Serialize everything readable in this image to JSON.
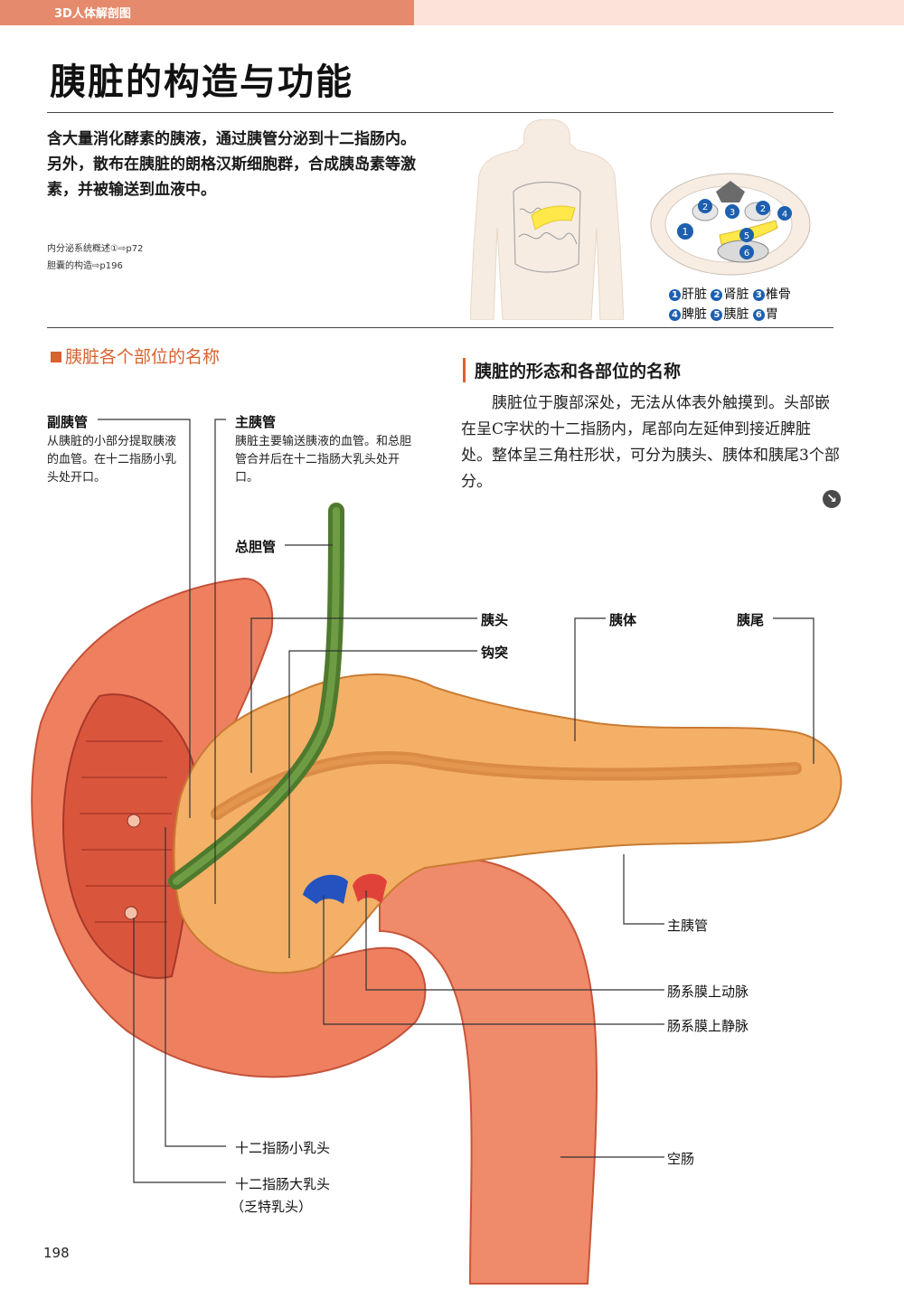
{
  "header": {
    "section_label": "3D人体解剖图",
    "title": "胰脏的构造与功能"
  },
  "intro": {
    "line1": "含大量消化酵素的胰液，通过胰管分泌到十二指肠内。",
    "line2": "另外，散布在胰脏的朗格汉斯细胞群，合成胰岛素等激素，并被输送到血液中。"
  },
  "cross_refs": [
    "内分泌系统概述①⇨p72",
    "胆囊的构造⇨p196"
  ],
  "legend": {
    "row1": [
      {
        "num": "1",
        "text": "肝脏"
      },
      {
        "num": "2",
        "text": "肾脏"
      },
      {
        "num": "3",
        "text": "椎骨"
      }
    ],
    "row2": [
      {
        "num": "4",
        "text": "脾脏"
      },
      {
        "num": "5",
        "text": "胰脏"
      },
      {
        "num": "6",
        "text": "胃"
      }
    ]
  },
  "section_heading": "胰脏各个部位的名称",
  "sub_heading": "胰脏的形态和各部位的名称",
  "paragraph": "胰脏位于腹部深处，无法从体表外触摸到。头部嵌在呈C字状的十二指肠内，尾部向左延伸到接近脾脏处。整体呈三角柱形状，可分为胰头、胰体和胰尾3个部分。",
  "labels": {
    "accessory_duct_title": "副胰管",
    "accessory_duct_desc": "从胰脏的小部分提取胰液的血管。在十二指肠小乳头处开口。",
    "main_duct_title": "主胰管",
    "main_duct_desc": "胰脏主要输送胰液的血管。和总胆管合并后在十二指肠大乳头处开口。",
    "common_bile_duct": "总胆管",
    "head": "胰头",
    "uncinate": "钩突",
    "body": "胰体",
    "tail": "胰尾",
    "main_duct": "主胰管",
    "sma": "肠系膜上动脉",
    "smv": "肠系膜上静脉",
    "minor_papilla": "十二指肠小乳头",
    "major_papilla": "十二指肠大乳头",
    "major_papilla_note": "（乏特乳头）",
    "jejunum": "空肠"
  },
  "colors": {
    "accent": "#d9622f",
    "header_bar": "#e58a6c",
    "legend_circle": "#1d5fb0",
    "pancreas": "#f0a85a",
    "intestine": "#e8775a",
    "bile_duct": "#4f7a2e"
  },
  "page_number": "198"
}
